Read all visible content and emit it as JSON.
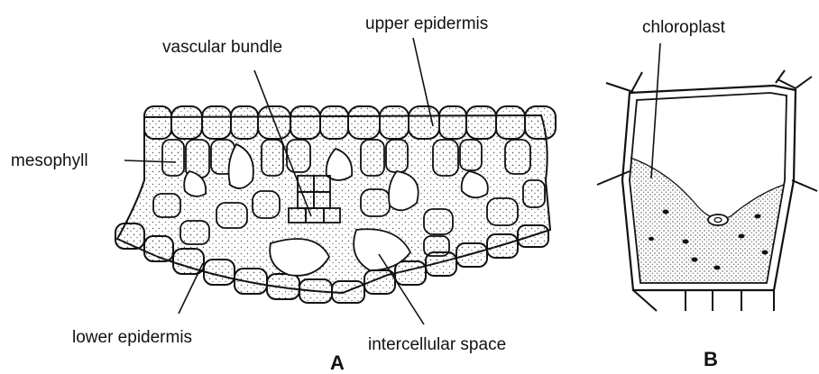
{
  "diagram_a": {
    "panel_label": "A",
    "labels": {
      "vascular_bundle": "vascular bundle",
      "upper_epidermis": "upper epidermis",
      "mesophyll": "mesophyll",
      "lower_epidermis": "lower epidermis",
      "intercellular_space": "intercellular space"
    }
  },
  "diagram_b": {
    "panel_label": "B",
    "labels": {
      "chloroplast": "chloroplast"
    }
  },
  "colors": {
    "ink": "#111111",
    "cell_fill": "#f4f4f4",
    "stipple": "#555555",
    "background": "#ffffff"
  }
}
